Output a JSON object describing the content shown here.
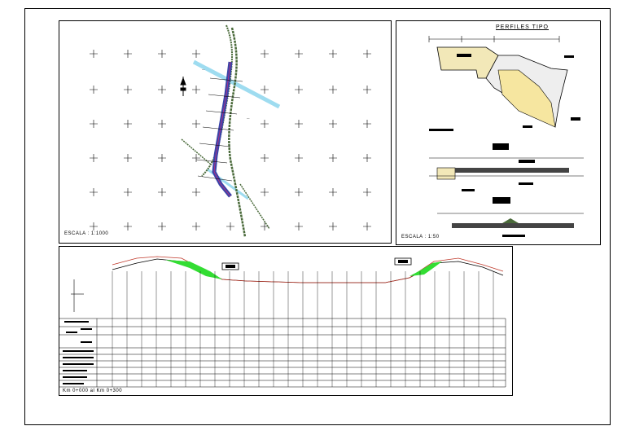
{
  "plan_panel": {
    "scale_label": "ESCALA : 1:1000"
  },
  "section_panel": {
    "title": "PERFILES TIPO",
    "scale_label": "ESCALA : 1:50"
  },
  "profile_panel": {
    "footer_label": "Km 0+000 al Km 0+300"
  },
  "colors": {
    "line": "#000000",
    "water": "#9edcf0",
    "road": "#3a44a8",
    "vegetation": "#4a6a3a",
    "cut_fill": "#33dd33",
    "hatch": "#f2e8b8",
    "red_line": "#c0392b",
    "magenta_line": "#c03080"
  }
}
